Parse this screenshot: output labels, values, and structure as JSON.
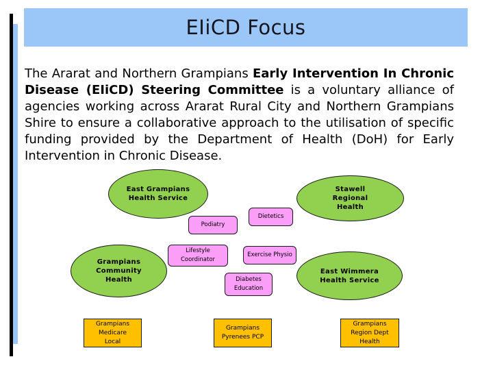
{
  "title": "EIiCD Focus",
  "paragraph": {
    "lead": "The Ararat and Northern Grampians ",
    "bold": "Early Intervention In Chronic Disease (EIiCD) Steering Committee",
    "rest": " is a voluntary alliance of agencies working across Ararat Rural City and Northern Grampians Shire to ensure a collaborative approach to the utilisation of specific funding provided by the Department of Health (DoH) for Early Intervention in Chronic Disease."
  },
  "diagram": {
    "health_services": [
      {
        "label": "East Grampians\nHealth Service"
      },
      {
        "label": "Stawell\nRegional\nHealth"
      },
      {
        "label": "Grampians\nCommunity\nHealth"
      },
      {
        "label": "East Wimmera\nHealth Service"
      }
    ],
    "programs": [
      {
        "label": "Podiatry"
      },
      {
        "label": "Dietetics"
      },
      {
        "label": "Lifestyle\nCoordinator"
      },
      {
        "label": "Exercise Physio"
      },
      {
        "label": "Diabetes\nEducation"
      }
    ],
    "partners": [
      {
        "label": "Grampians\nMedicare\nLocal"
      },
      {
        "label": "Grampians\nPyrenees PCP"
      },
      {
        "label": "Grampians\nRegion Dept\nHealth"
      }
    ]
  },
  "colors": {
    "title_bar": "#9bc7f8",
    "accent_bar": "#000000",
    "health_service_fill": "#92d050",
    "program_fill": "#fb9ef8",
    "partner_fill": "#ffc000",
    "text": "#000000"
  }
}
